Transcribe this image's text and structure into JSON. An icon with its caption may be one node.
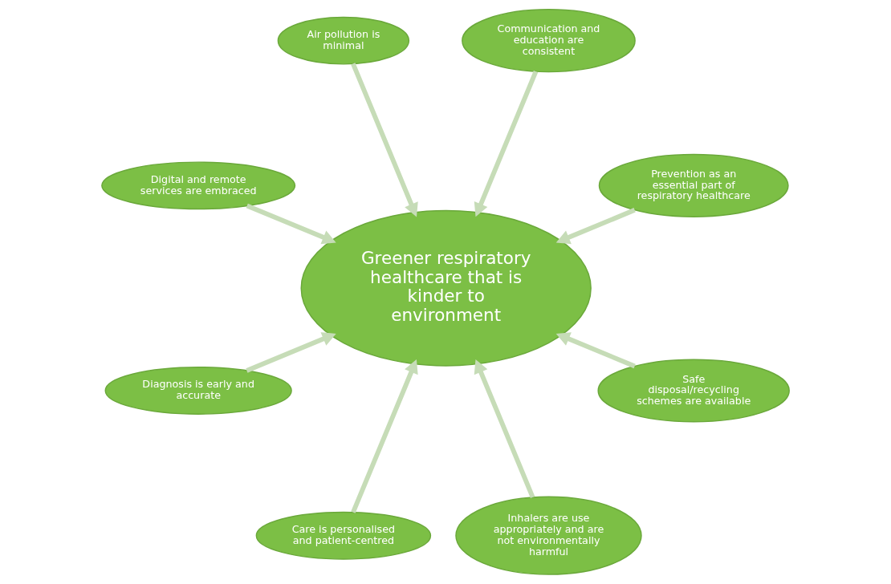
{
  "diagram": {
    "nodes": [
      {
        "text": [
          "Prevention as an essential part of respiratory healthcare"
        ]
      },
      {
        "text": [
          "Communication and education are consistent"
        ]
      },
      {
        "text": [
          "Air pollution is minimal"
        ]
      },
      {
        "text": [
          "Digital and remote services are embraced"
        ]
      },
      {
        "text": [
          "Greener respiratory healthcare that is kinder to environment"
        ]
      },
      {
        "text": [
          "Diagnosis is early and accurate"
        ]
      },
      {
        "text": [
          "Care is personalised and patient-centred"
        ]
      },
      {
        "text": [
          "Inhalers are use appropriately and are not environmentally harmful"
        ]
      },
      {
        "text": [
          "Safe disposal/recycling schemes are available"
        ]
      }
    ],
    "edges": [
      {
        "from": 0,
        "to": 4,
        "arrow": "to"
      },
      {
        "from": 1,
        "to": 4,
        "arrow": "to"
      },
      {
        "from": 2,
        "to": 4,
        "arrow": "to"
      },
      {
        "from": 3,
        "to": 4,
        "arrow": "to"
      },
      {
        "from": 5,
        "to": 4,
        "arrow": "to"
      },
      {
        "from": 6,
        "to": 4,
        "arrow": "to"
      },
      {
        "from": 7,
        "to": 4,
        "arrow": "to"
      },
      {
        "from": 8,
        "to": 4,
        "arrow": "to"
      }
    ]
  }
}
